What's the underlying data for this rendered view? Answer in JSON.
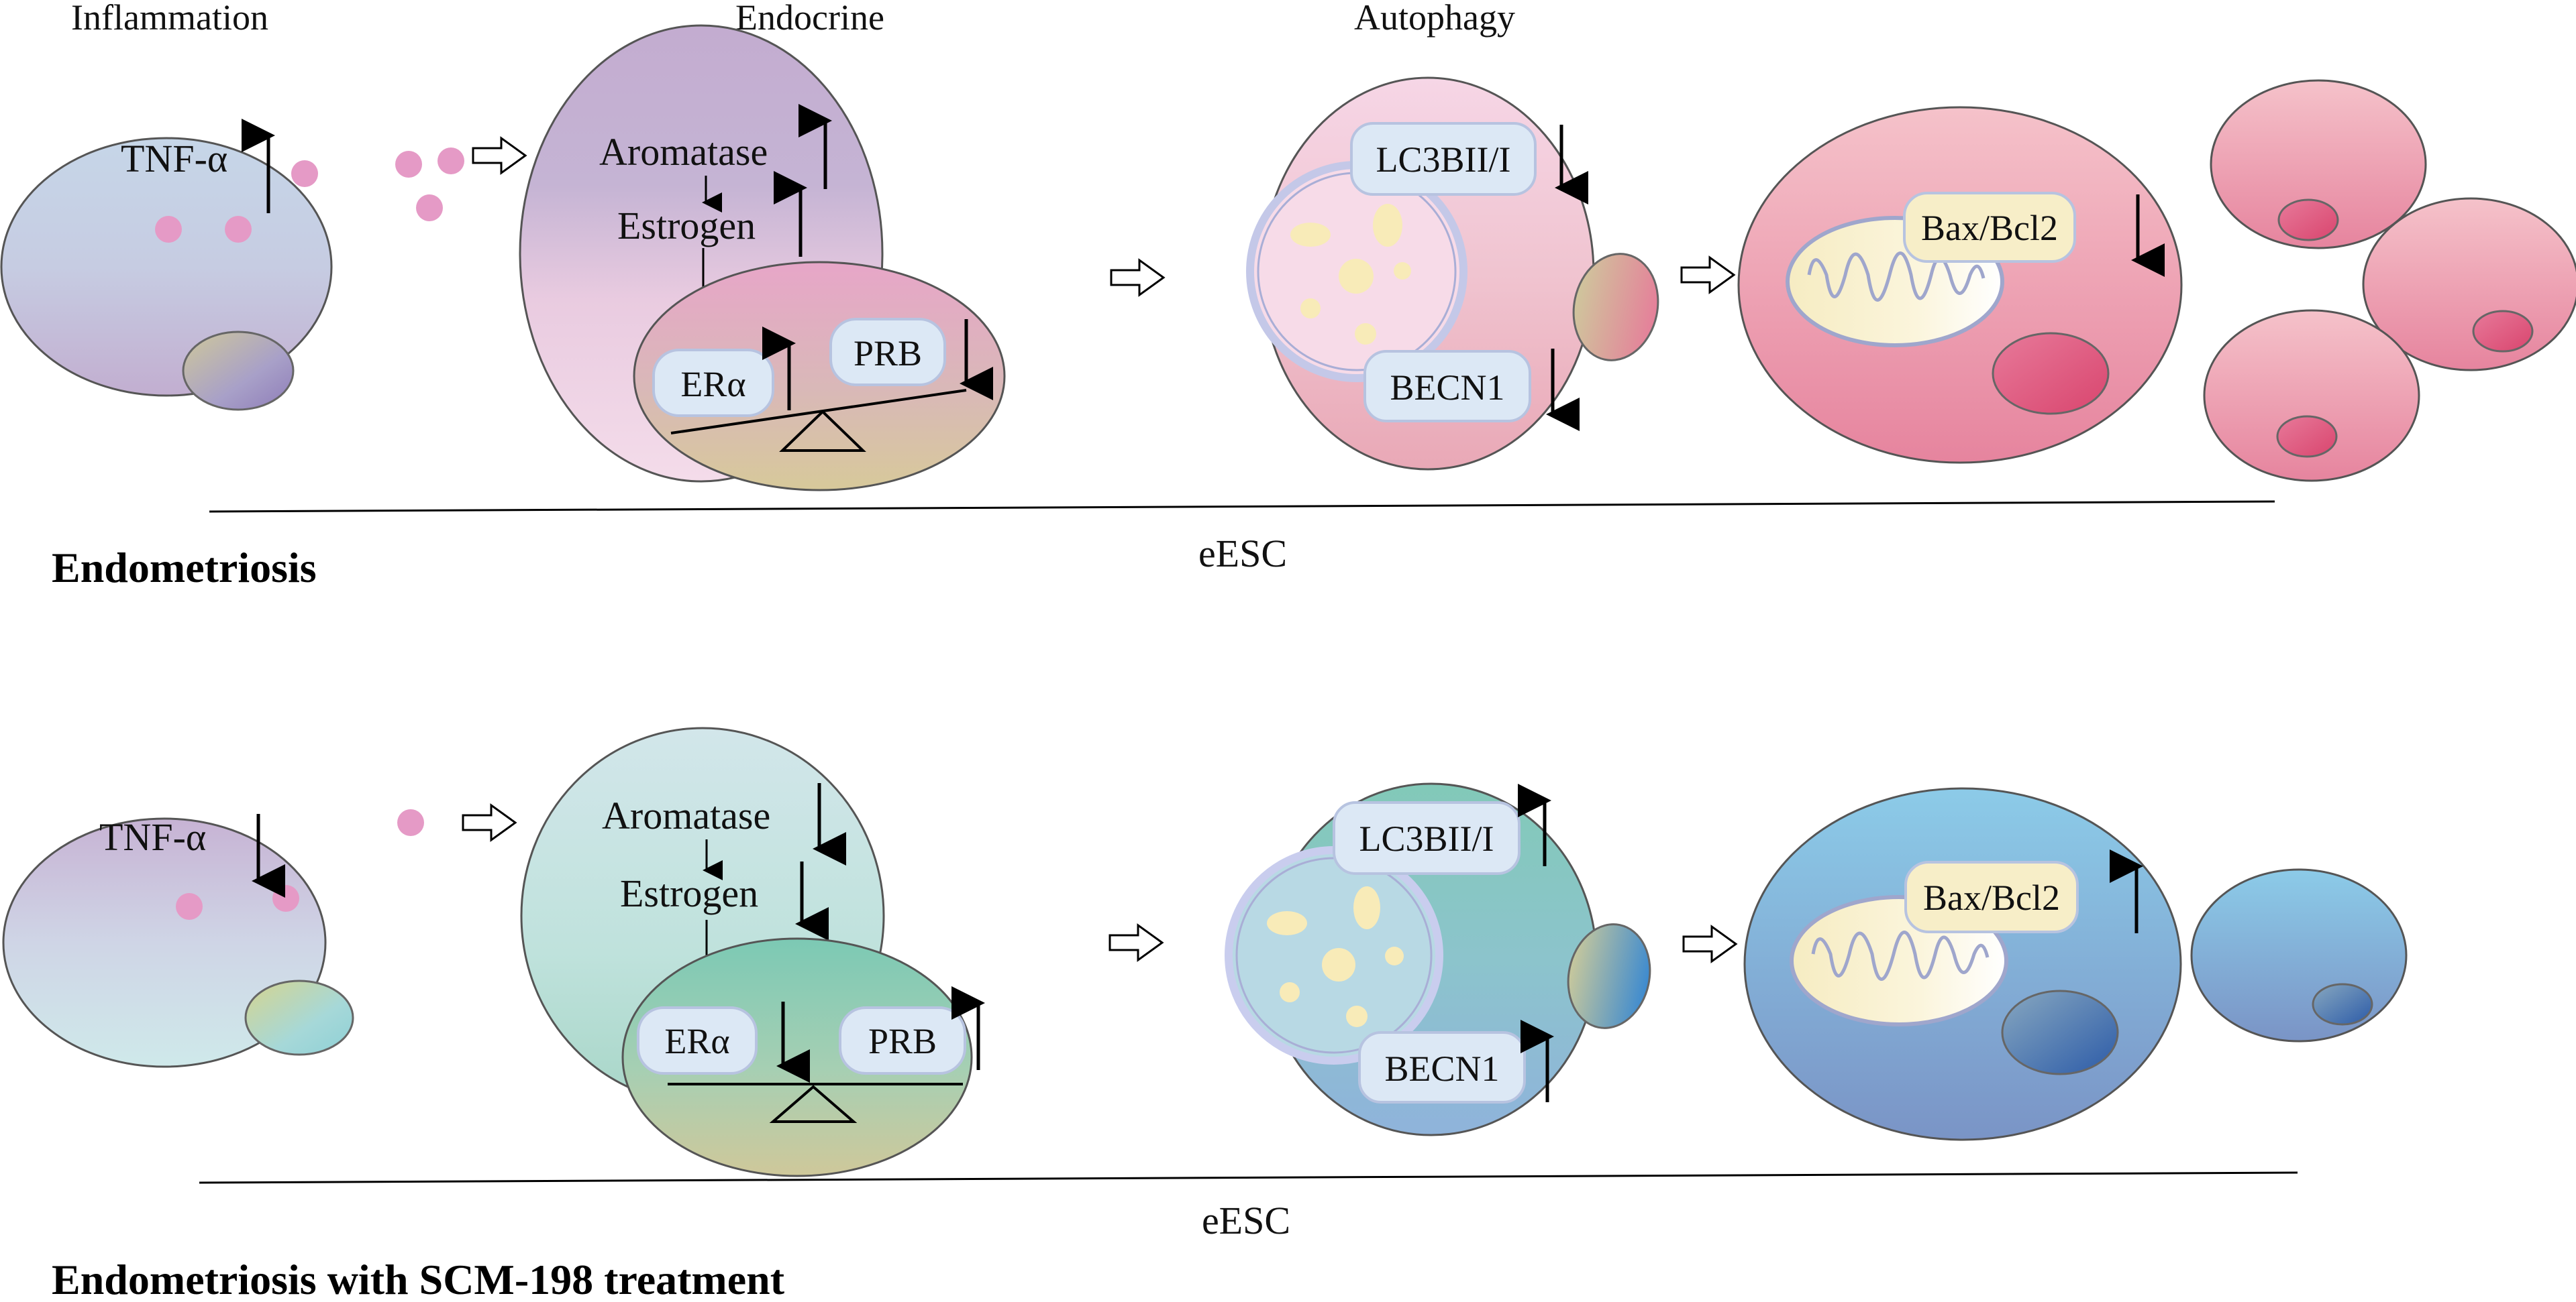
{
  "headers": {
    "inflammation": "Inflammation",
    "endocrine": "Endocrine",
    "autophagy": "Autophagy"
  },
  "top": {
    "tnf": "TNF-α",
    "aromatase": "Aromatase",
    "estrogen": "Estrogen",
    "er": "ERα",
    "prb": "PRB",
    "lc3": "LC3BII/I",
    "becn1": "BECN1",
    "bax": "Bax/Bcl2",
    "cell_label": "eESC",
    "title": "Endometriosis",
    "arrows": {
      "tnf": "up",
      "aromatase": "up",
      "estrogen": "up",
      "er": "up",
      "prb": "down",
      "lc3": "down",
      "becn1": "down",
      "bax": "down"
    }
  },
  "bottom": {
    "tnf": "TNF-α",
    "aromatase": "Aromatase",
    "estrogen": "Estrogen",
    "er": "ERα",
    "prb": "PRB",
    "lc3": "LC3BII/I",
    "becn1": "BECN1",
    "bax": "Bax/Bcl2",
    "cell_label": "eESC",
    "title": "Endometriosis with SCM-198 treatment",
    "arrows": {
      "tnf": "down",
      "aromatase": "down",
      "estrogen": "down",
      "er": "down",
      "prb": "up",
      "lc3": "up",
      "becn1": "up",
      "bax": "up"
    }
  },
  "colors": {
    "top_inflam": [
      "#c6d6e8",
      "#c2aed0"
    ],
    "top_endo": [
      "#c7b2d4",
      "#f2d6e6"
    ],
    "top_auto": [
      "#f7e0ec",
      "#e9a6b6"
    ],
    "top_apop": [
      "#f4b8c4",
      "#e6829c"
    ],
    "bottom_inflam": [
      "#c9bbd6",
      "#cfe7ea"
    ],
    "bottom_endo": [
      "#cfe7e8",
      "#a8d8cd"
    ],
    "bottom_auto": [
      "#8ecdbf",
      "#8fb5d9"
    ],
    "bottom_apop": [
      "#86c2e6",
      "#7b98c8"
    ],
    "dot": "#e59ac6",
    "label_box_blue": "#dce8f5",
    "label_box_yellow": "#f7eec8"
  }
}
